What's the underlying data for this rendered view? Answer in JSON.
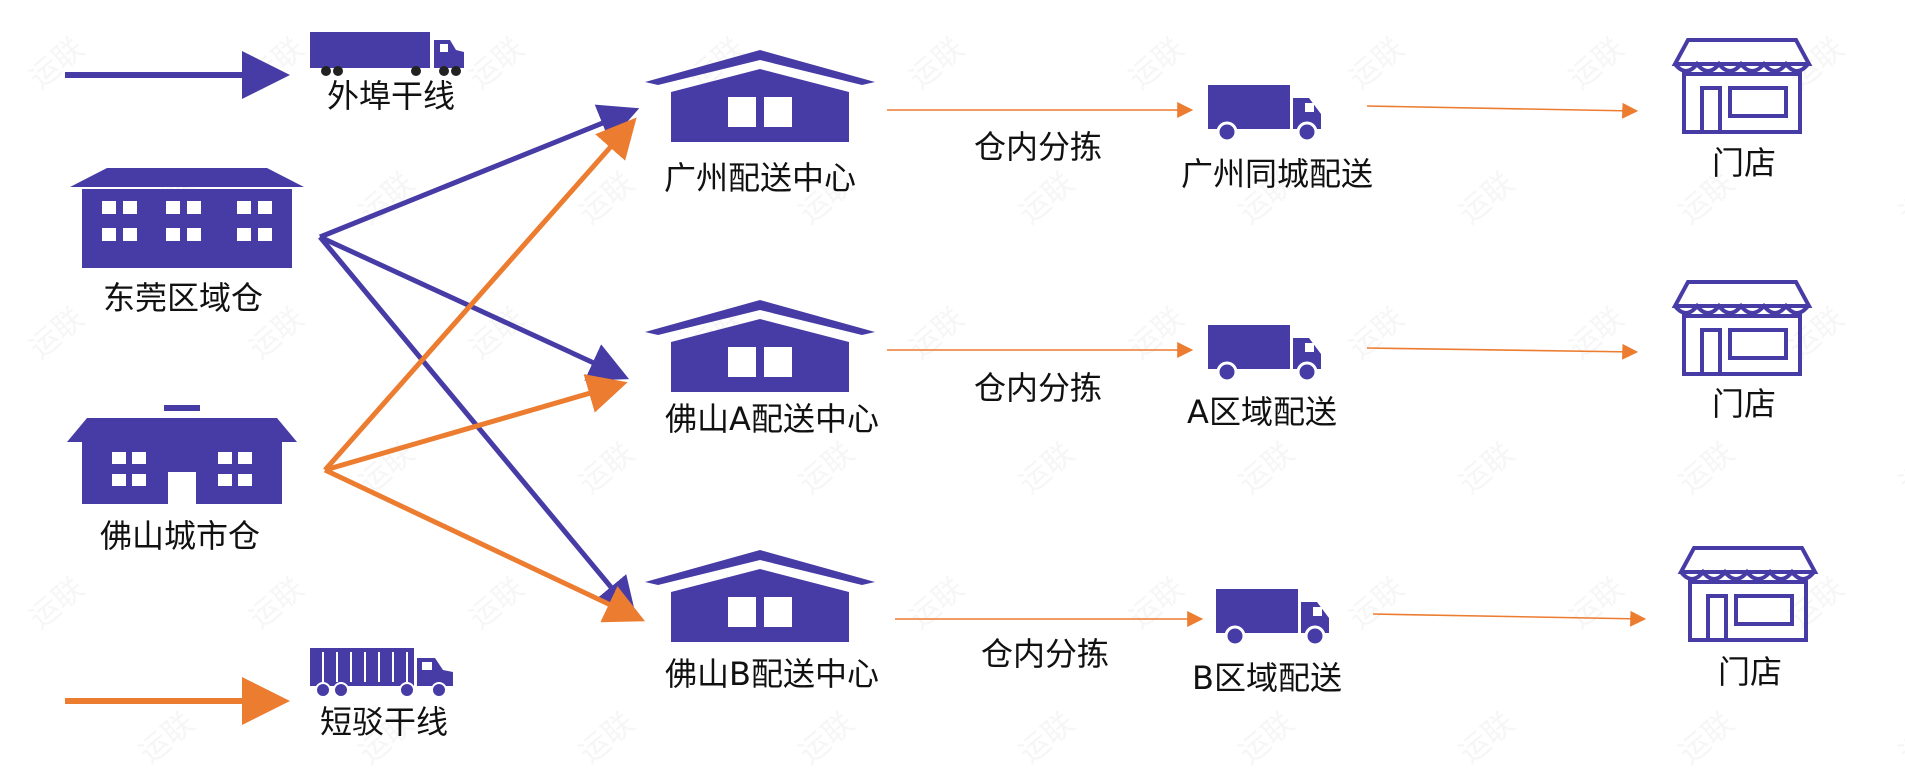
{
  "legend": {
    "long_haul_label": "外埠干线",
    "short_haul_label": "短驳干线"
  },
  "warehouses": {
    "dongguan": "东莞区域仓",
    "foshan_city": "佛山城市仓"
  },
  "centers": {
    "guangzhou": "广州配送中心",
    "foshan_a": "佛山A配送中心",
    "foshan_b": "佛山B配送中心"
  },
  "sorting": {
    "row1": "仓内分拣",
    "row2": "仓内分拣",
    "row3": "仓内分拣"
  },
  "delivery": {
    "row1": "广州同城配送",
    "row2": "A区域配送",
    "row3": "B区域配送"
  },
  "stores": {
    "row1": "门店",
    "row2": "门店",
    "row3": "门店"
  },
  "watermark": "运联",
  "colors": {
    "primary": "#473ca6",
    "accent": "#ec7c30"
  }
}
